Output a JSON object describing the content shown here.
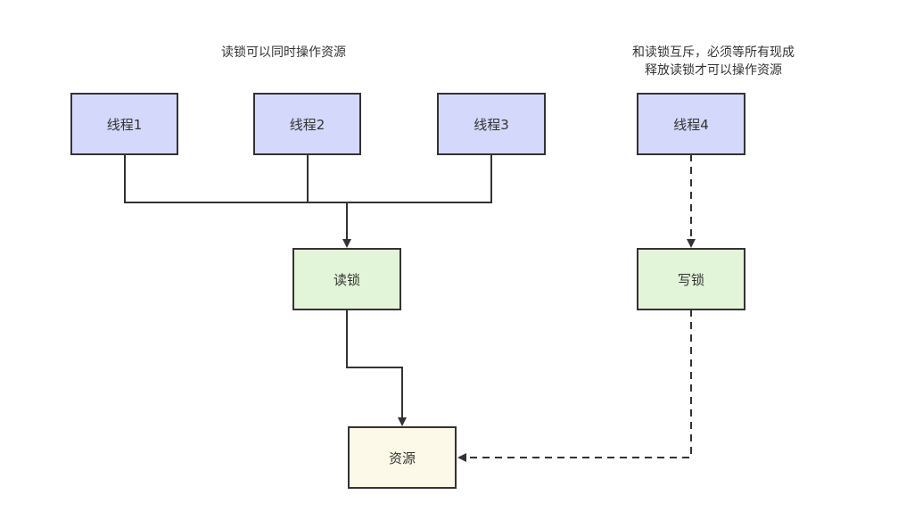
{
  "nodes": {
    "thread1": "线程1",
    "thread2": "线程2",
    "thread3": "线程3",
    "thread4": "线程4",
    "read_lock": "读锁",
    "write_lock": "写锁",
    "resource": "资源"
  },
  "notes": {
    "read_note": "读锁可以同时操作资源",
    "write_note_line1": "和读锁互斥，必须等所有现成",
    "write_note_line2": "释放读锁才可以操作资源"
  },
  "colors": {
    "stroke": "#333333",
    "thread_fill": "#d4d8fa",
    "lock_fill": "#e3f5d9",
    "resource_fill": "#fcf9e8"
  }
}
